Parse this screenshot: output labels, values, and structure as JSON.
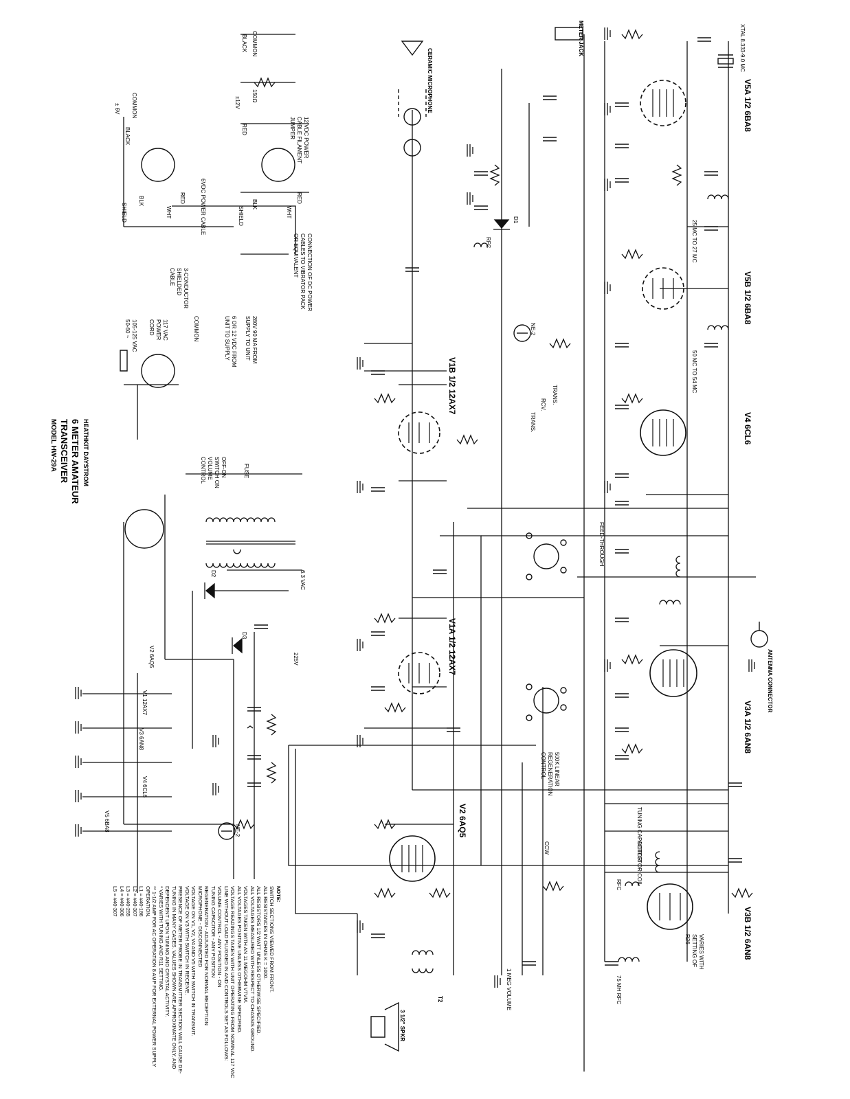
{
  "title": {
    "brand": "HEATHKIT",
    "brand2": "DAYSTROM",
    "line1": "6 METER AMATEUR",
    "line2": "TRANSCEIVER",
    "line3": "MODEL HW-29A"
  },
  "tubes": [
    {
      "ref": "V5A",
      "type": "1/2 6BA8"
    },
    {
      "ref": "V5B",
      "type": "1/2 6BA8"
    },
    {
      "ref": "V4",
      "type": "6CL6"
    },
    {
      "ref": "V3A",
      "type": "1/2 6AN8"
    },
    {
      "ref": "V3B",
      "type": "1/2 6AN8"
    },
    {
      "ref": "V1B",
      "type": "1/2 12AX7"
    },
    {
      "ref": "V1A",
      "type": "1/2 12AX7"
    },
    {
      "ref": "V2",
      "type": "6AQ5"
    }
  ],
  "labels": {
    "meter_jack": "METER JACK",
    "xtal": "XTAL 8.333-9.0 MC",
    "mic": "CERAMIC MICROPHONE",
    "antenna": "ANTENNA CONNECTOR",
    "regen": "500K LINEAR REGENERATION CONTROL",
    "ccw": "CCW",
    "tuning_cap": "TUNING CAPACITOR",
    "det_coil": "DETECTOR COIL",
    "feedthru": "FEED-THROUGH",
    "varies": "VARIES WITH SETTING OF R26",
    "speaker": "3 1/2\" SPKR",
    "volume": "1 MEG VOLUME",
    "fuse": "FUSE",
    "off_on": "OFF-ON SWITCH ON VOLUME CONTROL",
    "vac": "6.3 VAC",
    "trans": "TRANS.",
    "rcv": "RCV.",
    "ne2": "NE-2",
    "rfc": "RFC",
    "rfc75": "75 MH RFC",
    "l1": "25 MC TO 27 MC",
    "l2": "50 MC TO 54 MC",
    "t2": "T2",
    "d1": "D1",
    "d2": "D2",
    "d3": "D3",
    "cable12": "12 VDC POWER CABLE FILAMENT JUMPER",
    "cable6": "6VDC POWER CABLE",
    "conn": "CONNECTION OF DC POWER CABLES TO VIBRATOR PACK OR EQUIVALENT",
    "shielded": "3-CONDUCTOR SHIELDED CABLE",
    "common": "COMMON",
    "black": "BLACK",
    "red": "RED",
    "wht": "WHT",
    "blk": "BLK",
    "shield": "SHIELD",
    "v12": "±12V",
    "v6": "± 6V",
    "ohm150": "150Ω",
    "supply280": "280V 90 MA FROM SUPPLY TO UNIT",
    "supply612": "6 OR 12 VDC FROM UNIT TO SUPPLY",
    "cord": "117 VAC POWER CORD",
    "cord_range": "105-125 VAC 50-60 ~",
    "hv": "225V"
  },
  "heater_string": [
    "V1",
    "12AX7",
    "V2",
    "6AQ5",
    "V3",
    "6AN8",
    "V4",
    "6CL6",
    "V5",
    "6BA8"
  ],
  "notes": [
    "NOTE:",
    "SWITCH SECTIONS VIEWED FROM FRONT.",
    "ALL RESISTANCES IN OHMS K = 1000.",
    "ALL RESISTORS 1/2 WATT UNLESS OTHERWISE SPECIFIED.",
    "ALL VOLTAGES MEASURED WITH RESPECT TO CHASSIS GROUND.",
    "VOLTAGES TAKEN WITH AN 11 MEGOHM VTVM.",
    "ALL VOLTAGES POSITIVE UNLESS OTHERWISE SPECIFIED.",
    "VOLTAGE READINGS TAKEN WITH UNIT OPERATING FROM NOMINAL 117 VAC LINE WITHOUT LOAD PLUGGED IN AND CONTROLS SET AS FOLLOWS:",
    "VOLUME CONTROL - ANY POSITION - ON",
    "TUNING CAPACITOR - ANY POSITION",
    "REGENERATION - ADJUSTED FOR NORMAL RECEPTION",
    "MICROPHONE - DISCONNECTED",
    "VOLTAGE ON V1, V2, V4 AND V5 WITH SWITCH IN TRANSMIT.",
    "VOLTAGE ON V3 WITH SWITCH IN RECEIVE.",
    "PRESENCE OF METER PROBE IN TRANSMITTER SECTION WILL CAUSE DE-TUNING IN MANY CASES. VALUES SHOWN ARE APPROXIMATE ONLY, AND DEPENDENT UPON TUNING AND CRYSTAL ACTIVITY.",
    "* VARIES WITH TUNING AND R11 SETTING.",
    "** 1-1/2 AMP FOR AC OPERATION 8 AMP FOR EXTERNAL POWER SUPPLY OPERATION.",
    "L1 = #40-186",
    "L2 = #40-307",
    "L3 = #40-255",
    "L4 = #40-306",
    "L5 = #40-307"
  ]
}
